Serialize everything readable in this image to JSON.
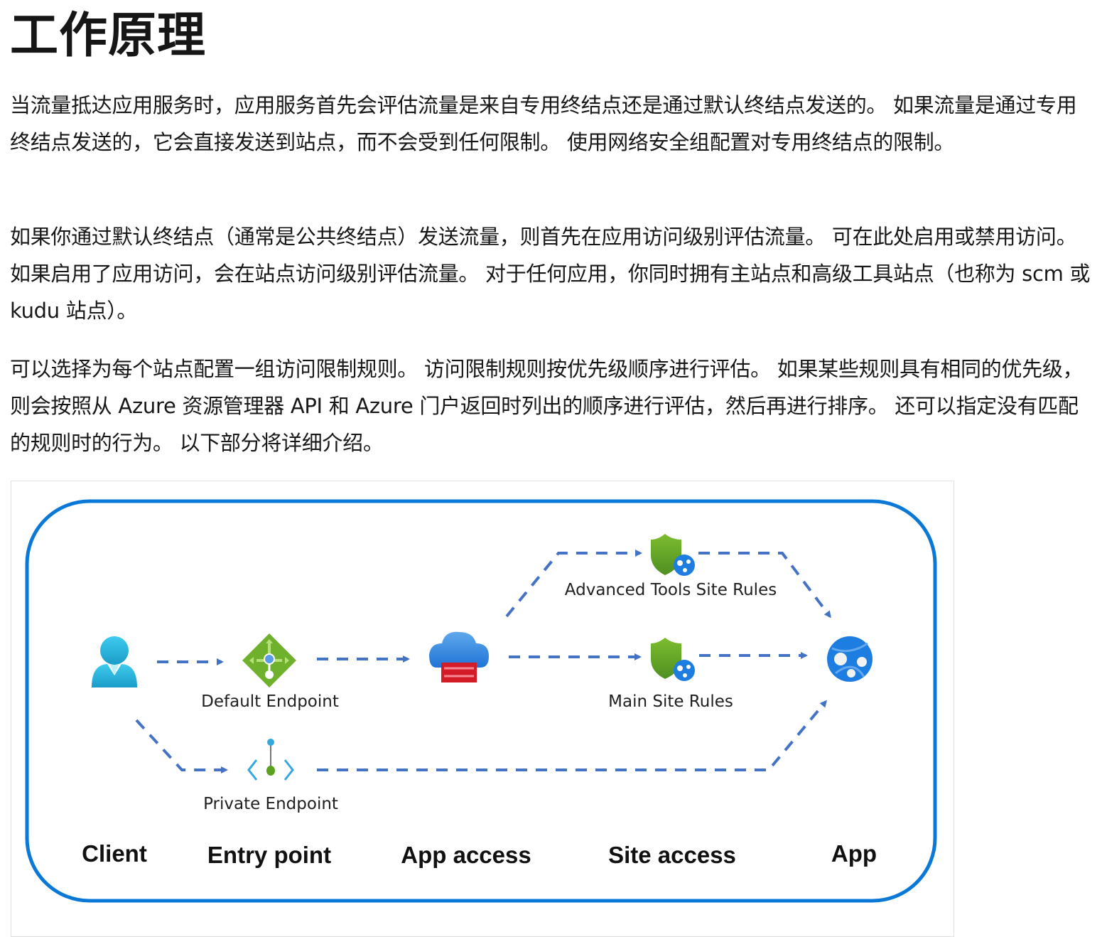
{
  "page": {
    "title": "工作原理",
    "paragraphs": [
      "当流量抵达应用服务时，应用服务首先会评估流量是来自专用终结点还是通过默认终结点发送的。 如果流量是通过专用终结点发送的，它会直接发送到站点，而不会受到任何限制。 使用网络安全组配置对专用终结点的限制。",
      "如果你通过默认终结点（通常是公共终结点）发送流量，则首先在应用访问级别评估流量。 可在此处启用或禁用访问。 如果启用了应用访问，会在站点访问级别评估流量。 对于任何应用，你同时拥有主站点和高级工具站点（也称为 scm 或 kudu 站点）。",
      "可以选择为每个站点配置一组访问限制规则。 访问限制规则按优先级顺序进行评估。 如果某些规则具有相同的优先级，则会按照从 Azure 资源管理器 API 和 Azure 门户返回时列出的顺序进行评估，然后再进行排序。 还可以指定没有匹配的规则时的行为。 以下部分将详细介绍。"
    ]
  },
  "diagram": {
    "colors": {
      "frame": "#0a78d7",
      "arrow": "#4472c4",
      "shield": "#5ea62b",
      "endpoint_green": "#6fb02d",
      "client": "#32b8e0",
      "firewall": "#e02b36",
      "globe": "#1e7de0"
    },
    "nodes": {
      "client_icon": "user-icon",
      "default_endpoint": {
        "label": "Default Endpoint",
        "icon": "gateway-diamond-icon"
      },
      "private_endpoint": {
        "label": "Private Endpoint",
        "icon": "private-endpoint-icon"
      },
      "app_access": {
        "icon": "cloud-firewall-icon"
      },
      "advanced_tools_rules": {
        "label": "Advanced Tools Site Rules",
        "icon": "shield-globe-icon"
      },
      "main_site_rules": {
        "label": "Main Site Rules",
        "icon": "shield-globe-icon"
      },
      "app": {
        "icon": "web-app-globe-icon"
      }
    },
    "stages": [
      "Client",
      "Entry point",
      "App access",
      "Site access",
      "App"
    ]
  }
}
